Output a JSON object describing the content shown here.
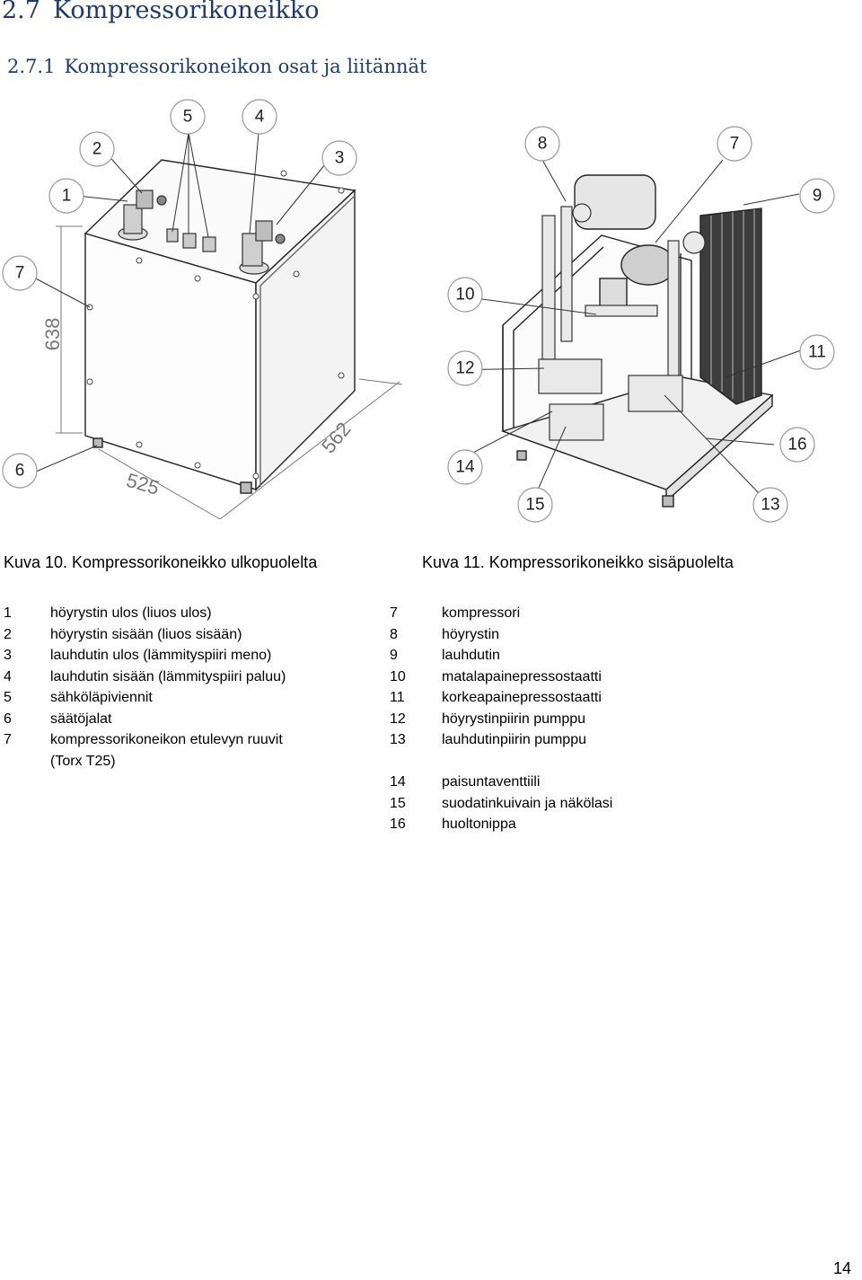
{
  "heading": {
    "number": "2.7",
    "title": "Kompressorikoneikko"
  },
  "subheading": {
    "number": "2.7.1",
    "title": "Kompressorikoneikon osat ja liitännät"
  },
  "figure_left": {
    "callouts": [
      "1",
      "2",
      "5",
      "4",
      "3",
      "7",
      "6"
    ],
    "dimensions": {
      "height": "638",
      "depth": "562",
      "width": "525"
    },
    "caption": "Kuva 10. Kompressorikoneikko ulkopuolelta"
  },
  "figure_right": {
    "callouts": [
      "8",
      "7",
      "9",
      "10",
      "12",
      "11",
      "14",
      "16",
      "15",
      "13"
    ],
    "caption": "Kuva 11. Kompressorikoneikko sisäpuolelta"
  },
  "legend_left": [
    {
      "num": "1",
      "text": "höyrystin ulos (liuos ulos)"
    },
    {
      "num": "2",
      "text": "höyrystin sisään (liuos sisään)"
    },
    {
      "num": "3",
      "text": "lauhdutin ulos (lämmityspiiri meno)"
    },
    {
      "num": "4",
      "text": "lauhdutin sisään (lämmityspiiri paluu)"
    },
    {
      "num": "5",
      "text": "sähköläpiviennit"
    },
    {
      "num": "6",
      "text": "säätöjalat"
    },
    {
      "num": "7",
      "text": "kompressorikoneikon etulevyn ruuvit"
    },
    {
      "num": "",
      "text": "(Torx T25)"
    }
  ],
  "legend_right_a": [
    {
      "num": "7",
      "text": "kompressori"
    },
    {
      "num": "8",
      "text": "höyrystin"
    },
    {
      "num": "9",
      "text": "lauhdutin"
    },
    {
      "num": "10",
      "text": "matalapainepressostaatti"
    },
    {
      "num": "11",
      "text": "korkeapainepressostaatti"
    },
    {
      "num": "12",
      "text": "höyrystinpiirin pumppu"
    },
    {
      "num": "13",
      "text": "lauhdutinpiirin pumppu"
    }
  ],
  "legend_right_b": [
    {
      "num": "14",
      "text": "paisuntaventtiili"
    },
    {
      "num": "15",
      "text": "suodatinkuivain ja näkölasi"
    },
    {
      "num": "16",
      "text": "huoltonippa"
    }
  ],
  "page_number": "14"
}
